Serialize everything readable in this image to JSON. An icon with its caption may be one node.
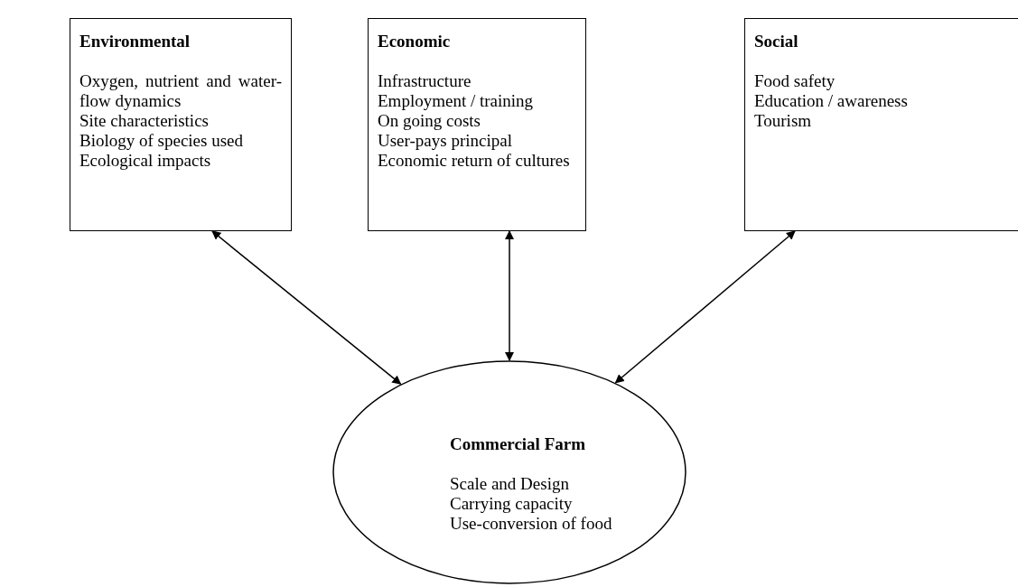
{
  "diagram": {
    "nodes": [
      {
        "text": [
          "Environmental",
          "Oxygen, nutrient and water-flow dynamics",
          "Site characteristics",
          "Biology of species used",
          "Ecological impacts"
        ]
      },
      {
        "text": [
          "Economic",
          "Infrastructure",
          "Employment / training",
          "On going costs",
          "User-pays principal",
          "Economic return of cultures"
        ]
      },
      {
        "text": [
          "Social",
          "Food safety",
          "Education / awareness",
          "Tourism"
        ]
      },
      {
        "text": [
          "Commercial Farm",
          "Scale and Design",
          "Carrying capacity",
          "Use-conversion of food"
        ]
      }
    ],
    "edges": [
      {
        "from": 0,
        "to": 3,
        "arrow": "both"
      },
      {
        "from": 1,
        "to": 3,
        "arrow": "both"
      },
      {
        "from": 2,
        "to": 3,
        "arrow": "both"
      }
    ]
  }
}
